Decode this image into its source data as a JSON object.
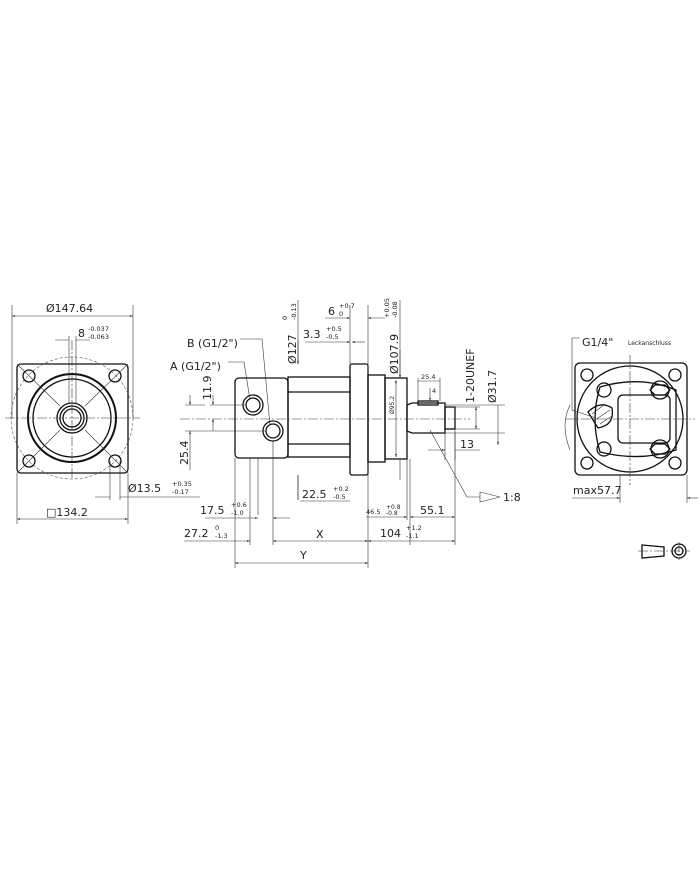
{
  "front_view": {
    "flange_pcd": "Ø147.64",
    "key_width": {
      "value": "8",
      "upper": "-0.037",
      "lower": "-0.063"
    },
    "hole_dia": {
      "value": "Ø13.5",
      "upper": "+0.35",
      "lower": "-0.17"
    },
    "square": "□134.2"
  },
  "side_view": {
    "port_b": "B (G1/2\")",
    "port_a": "A (G1/2\")",
    "port_offset_1": "11.9",
    "port_offset_2": "25.4",
    "flange_dia": {
      "value": "Ø127",
      "upper": "0",
      "lower": "-0.13"
    },
    "flange_thk": {
      "value": "6",
      "upper": "+0.7",
      "lower": "0"
    },
    "ring_w": {
      "value": "3.3",
      "upper": "+0.5",
      "lower": "-0.5"
    },
    "pilot_dia": {
      "value": "Ø107.9",
      "upper": "+0.05",
      "lower": "-0.08"
    },
    "pilot_inner": "Ø95.2",
    "key_len": "25.4",
    "key_h": "4",
    "thread": "1-20UNEF",
    "shaft_dia": "Ø31.7",
    "thread_len": "13",
    "taper": "1:8",
    "d_22_5": {
      "value": "22.5",
      "upper": "+0.2",
      "lower": "-0.5"
    },
    "d_17_5": {
      "value": "17.5",
      "upper": "+0.6",
      "lower": "-1.0"
    },
    "d_46_5": {
      "value": "46.5",
      "upper": "+0.8",
      "lower": "-0.8"
    },
    "d_55_1": "55.1",
    "d_27_2": {
      "value": "27.2",
      "upper": "0",
      "lower": "-1.3"
    },
    "d_x": "X",
    "d_104": {
      "value": "104",
      "upper": "+1.2",
      "lower": "-1.1"
    },
    "d_y": "Y"
  },
  "rear_view": {
    "drain_port": "G1/4\"",
    "drain_label": "Leckanschluss",
    "max_width": "max57.7"
  },
  "projection_symbol": "first-angle-projection-icon"
}
